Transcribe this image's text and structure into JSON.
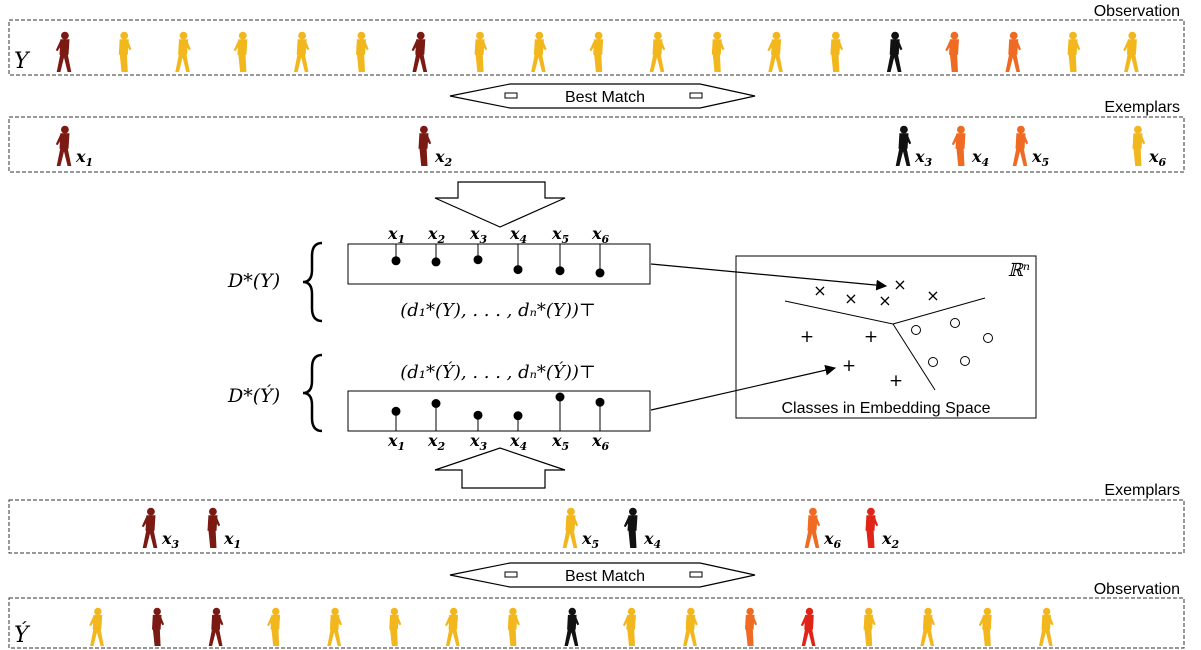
{
  "colors": {
    "dark_red": "#7a1a12",
    "yellow": "#f2b71d",
    "black": "#111111",
    "orange": "#ef6a22",
    "red": "#e02418"
  },
  "top": {
    "observation_label": "Observation",
    "exemplars_label": "Exemplars",
    "best_match_label": "Best Match",
    "seq_symbol": "Y",
    "observation_colors": [
      "dark_red",
      "yellow",
      "yellow",
      "yellow",
      "yellow",
      "yellow",
      "dark_red",
      "yellow",
      "yellow",
      "yellow",
      "yellow",
      "yellow",
      "yellow",
      "yellow",
      "black",
      "orange",
      "orange",
      "yellow",
      "yellow"
    ],
    "exemplars": [
      {
        "sub": "1",
        "color": "dark_red"
      },
      {
        "sub": "2",
        "color": "dark_red"
      },
      {
        "sub": "3",
        "color": "black"
      },
      {
        "sub": "4",
        "color": "orange"
      },
      {
        "sub": "5",
        "color": "orange"
      },
      {
        "sub": "6",
        "color": "yellow"
      }
    ]
  },
  "bottom": {
    "observation_label": "Observation",
    "exemplars_label": "Exemplars",
    "best_match_label": "Best Match",
    "seq_symbol": "Ý",
    "observation_colors": [
      "yellow",
      "dark_red",
      "dark_red",
      "yellow",
      "yellow",
      "yellow",
      "yellow",
      "yellow",
      "black",
      "yellow",
      "yellow",
      "orange",
      "red",
      "yellow",
      "yellow",
      "yellow",
      "yellow"
    ],
    "exemplars": [
      {
        "sub": "3",
        "color": "dark_red"
      },
      {
        "sub": "1",
        "color": "dark_red"
      },
      {
        "sub": "5",
        "color": "yellow"
      },
      {
        "sub": "4",
        "color": "black"
      },
      {
        "sub": "6",
        "color": "orange"
      },
      {
        "sub": "2",
        "color": "red"
      }
    ]
  },
  "distance_vectors": {
    "labels": [
      "1",
      "2",
      "3",
      "4",
      "5",
      "6"
    ],
    "top": {
      "name": "D*(Y)",
      "formula": "(d₁*(Y), . . . , dₙ*(Y))⊤",
      "values": [
        0.6,
        0.55,
        0.65,
        0.2,
        0.15,
        0.05
      ]
    },
    "bottom": {
      "name": "D*(Ý)",
      "formula": "(d₁*(Ý), . . . , dₙ*(Ý))⊤",
      "values": [
        0.45,
        0.75,
        0.3,
        0.28,
        1.0,
        0.8
      ]
    }
  },
  "embedding": {
    "space_label": "ℝⁿ",
    "caption": "Classes in Embedding Space"
  }
}
